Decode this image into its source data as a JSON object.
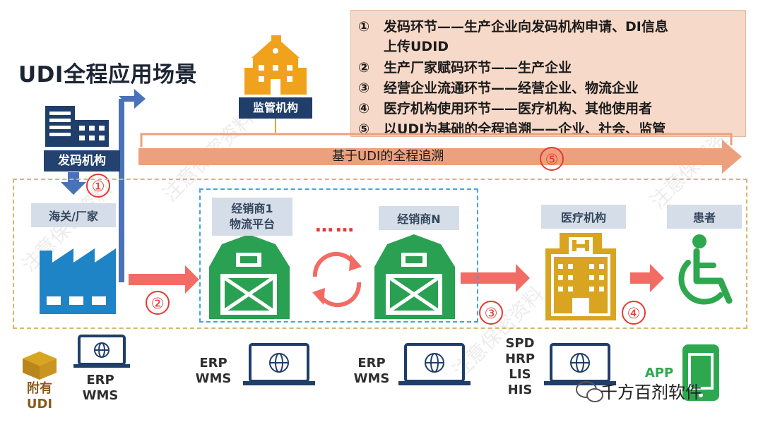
{
  "title": "UDI全程应用场景",
  "legend": [
    {
      "num": "①",
      "text": "发码环节——生产企业向发码机构申请、DI信息"
    },
    {
      "num": "",
      "text": "上传UDID"
    },
    {
      "num": "②",
      "text": "生产厂家赋码环节——生产企业"
    },
    {
      "num": "③",
      "text": "经营企业流通环节——经营企业、物流企业"
    },
    {
      "num": "④",
      "text": "医疗机构使用环节——医疗机构、其他使用者"
    },
    {
      "num": "⑤",
      "text": "以UDI为基础的全程追溯——企业、社会、监管"
    }
  ],
  "regulator_label": "监管机构",
  "issuer_label": "发码机构",
  "banner_text": "基于UDI的全程追溯",
  "markers": {
    "m1": "①",
    "m2": "②",
    "m3": "③",
    "m4": "④",
    "m5": "⑤"
  },
  "nodes": {
    "customs": "海关/厂家",
    "distributor1_line1": "经销商1",
    "distributor1_line2": "物流平台",
    "distributorN": "经销商N",
    "dots": "……",
    "hospital": "医疗机构",
    "patient": "患者"
  },
  "systems": {
    "package_label": "附有UDI",
    "factory_line1": "ERP",
    "factory_line2": "WMS",
    "dist1_line1": "ERP",
    "dist1_line2": "WMS",
    "distN_line1": "ERP",
    "distN_line2": "WMS",
    "hosp_line1": "SPD",
    "hosp_line2": "HRP",
    "hosp_line3": "LIS",
    "hosp_line4": "HIS",
    "app_label": "APP"
  },
  "wechat_label": "千方百剂软件",
  "watermark": "注意保密资料",
  "colors": {
    "navy": "#1f3e69",
    "blue_arrow": "#4a72b8",
    "factory_blue": "#1f84c6",
    "barn_green": "#2aa052",
    "hospital_gold": "#d9a520",
    "patient_green": "#2ea84f",
    "red": "#e23a34",
    "orange_banner": "#eca07d"
  }
}
